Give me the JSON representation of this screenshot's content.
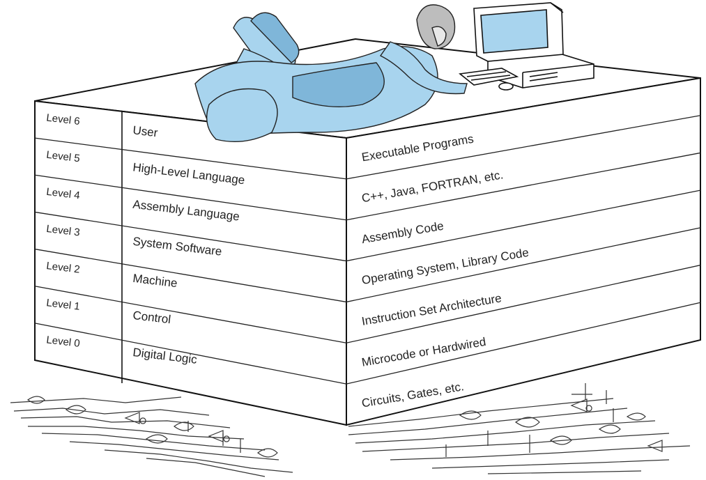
{
  "levels": [
    {
      "level": "Level 6",
      "name": "User",
      "description": "Executable Programs"
    },
    {
      "level": "Level 5",
      "name": "High-Level Language",
      "description": "C++, Java, FORTRAN, etc."
    },
    {
      "level": "Level 4",
      "name": "Assembly Language",
      "description": "Assembly Code"
    },
    {
      "level": "Level 3",
      "name": "System Software",
      "description": "Operating System, Library Code"
    },
    {
      "level": "Level 2",
      "name": "Machine",
      "description": "Instruction Set Architecture"
    },
    {
      "level": "Level 1",
      "name": "Control",
      "description": "Microcode or Hardwired"
    },
    {
      "level": "Level 0",
      "name": "Digital Logic",
      "description": "Circuits, Gates, etc."
    }
  ],
  "colors": {
    "figure_fill": "#a8d4ee",
    "figure_shade": "#7fb6d9",
    "monitor_screen": "#a8d4ee",
    "line": "#111111"
  },
  "icons": [
    "person-lying-icon",
    "computer-icon",
    "circuit-icon"
  ]
}
